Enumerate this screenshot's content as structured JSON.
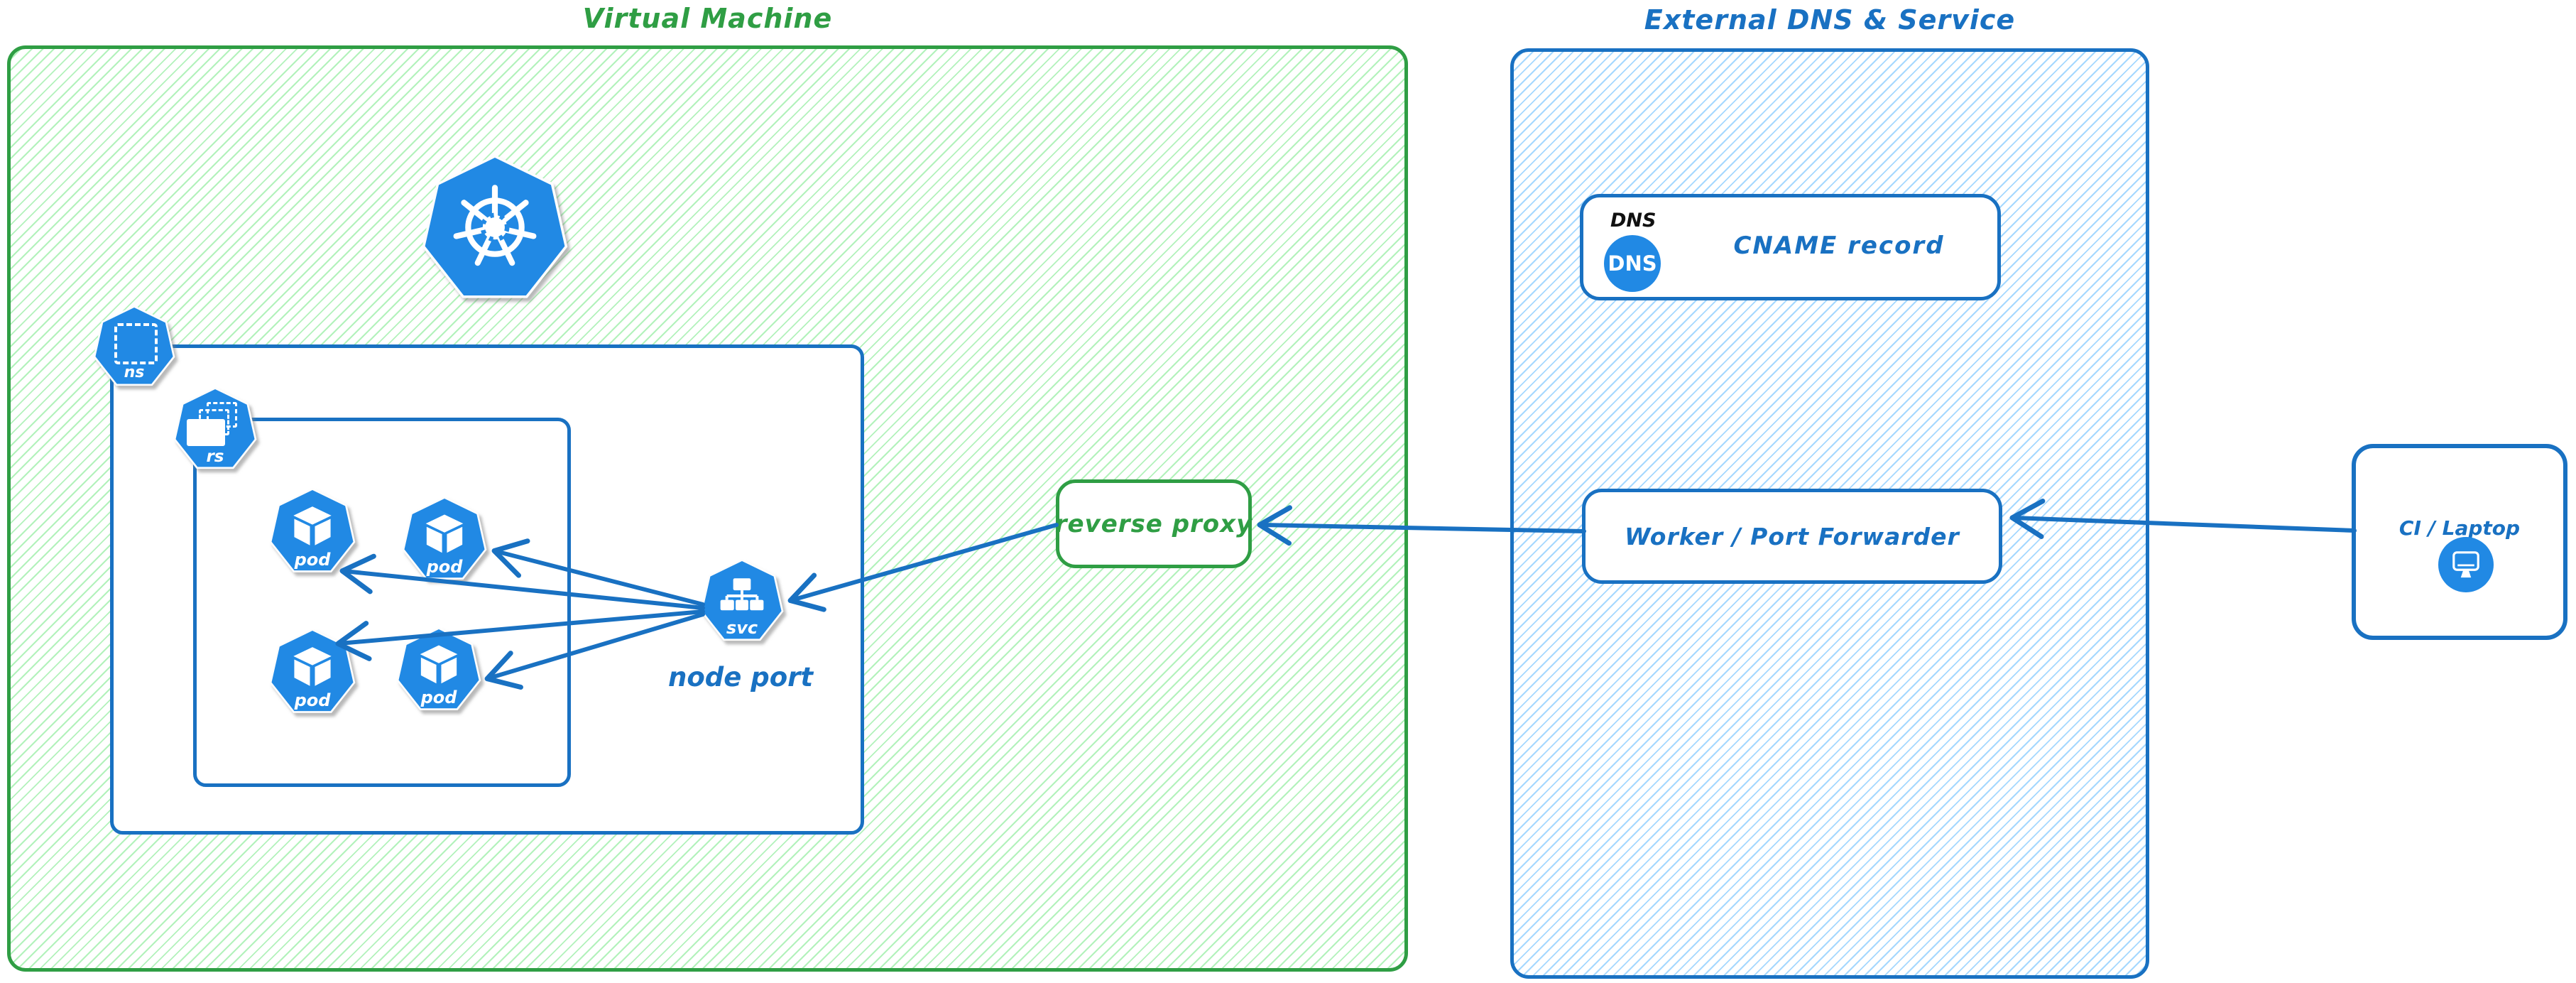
{
  "vm_section": {
    "title": "Virtual Machine",
    "k8s": {
      "ns_label": "ns",
      "rs_label": "rs",
      "svc_label": "svc",
      "pod_labels": [
        "pod",
        "pod",
        "pod",
        "pod"
      ],
      "node_port_caption": "node port"
    },
    "reverse_proxy": {
      "label": "reverse proxy"
    }
  },
  "external_section": {
    "title": "External DNS & Service",
    "dns_record": {
      "tag": "DNS",
      "badge": "DNS",
      "label": "CNAME record"
    },
    "worker": {
      "label": "Worker / Port Forwarder"
    }
  },
  "ci_box": {
    "label": "CI / Laptop"
  },
  "colors": {
    "green_stroke": "#2f9e44",
    "green_hatch": "#b2f2bb",
    "blue_stroke": "#1971c2",
    "blue_hatch": "#a5d8ff",
    "icon_blue": "#2189e4",
    "dns_tag_black": "#111111"
  }
}
